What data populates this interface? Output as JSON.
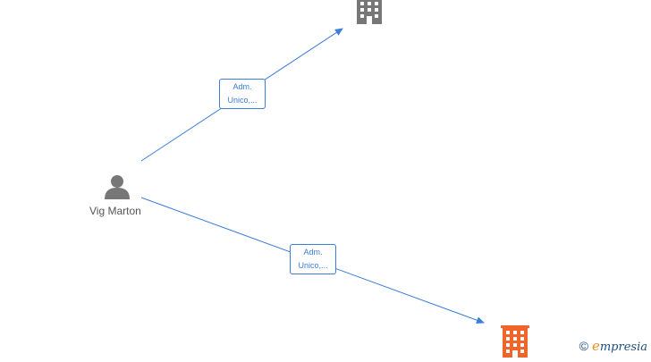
{
  "person": {
    "name": "Vig Marton",
    "icon": "person-icon",
    "color": "#777777"
  },
  "companies": [
    {
      "icon": "building-icon",
      "color": "#777777"
    },
    {
      "icon": "building-icon",
      "color": "#f0652a"
    }
  ],
  "edges": [
    {
      "label_line1": "Adm.",
      "label_line2": "Unico,..."
    },
    {
      "label_line1": "Adm.",
      "label_line2": "Unico,..."
    }
  ],
  "edge_color": "#3b7dd8",
  "brand": {
    "copyright": "©",
    "e": "e",
    "rest": "mpresia"
  }
}
